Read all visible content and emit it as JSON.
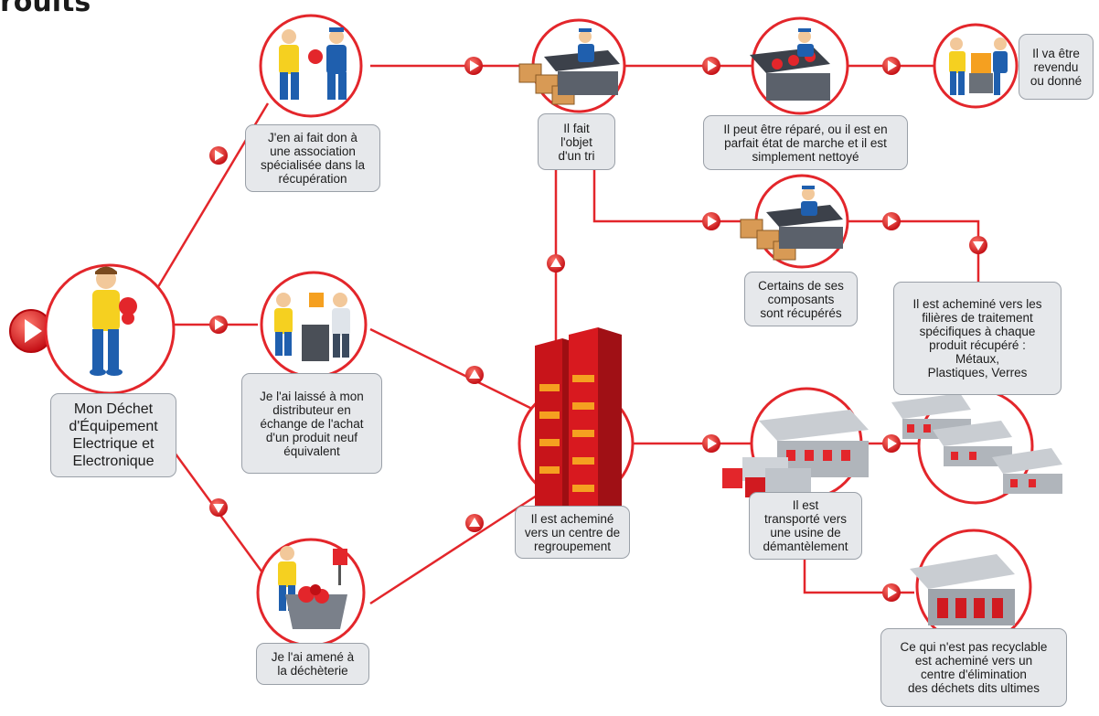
{
  "header": {
    "title_fragment": "rouits"
  },
  "nodes": {
    "start": {
      "label": "Mon Déchet\nd'Équipement\nElectrique et\nElectronique"
    },
    "don": {
      "label": "J'en ai fait don à\nune association\nspécialisée dans la\nrécupération"
    },
    "distributeur": {
      "label": "Je l'ai laissé à mon\ndistributeur en\néchange de l'achat\nd'un produit neuf\néquivalent"
    },
    "decheterie": {
      "label": "Je l'ai amené à\nla déchèterie"
    },
    "regroupement": {
      "label": "Il est acheminé\nvers un centre de\nregroupement"
    },
    "tri": {
      "label": "Il fait\nl'objet\nd'un tri"
    },
    "repare": {
      "label": "Il peut être réparé, ou il est en\nparfait état de marche et il est\nsimplement nettoyé"
    },
    "revendu": {
      "label": "Il va être\nrevendu\nou donné"
    },
    "composants": {
      "label": "Certains de ses\ncomposants\nsont récupérés"
    },
    "filieres": {
      "label": "Il est acheminé vers les\nfilières de traitement\nspécifiques à chaque\nproduit récupéré :\nMétaux,\nPlastiques, Verres"
    },
    "transporte": {
      "label": "Il est\ntransporté vers\nune usine de\ndémantèlement"
    },
    "elimination": {
      "label": "Ce qui n'est pas recyclable\nest acheminé vers un\ncentre d'élimination\ndes déchets dits ultimes"
    }
  },
  "colors": {
    "accent": "#e3262b",
    "box_bg": "#e6e8eb",
    "box_border": "#9aa0a8",
    "worker_shirt": "#f5d020",
    "worker_pants": "#1f5fae"
  },
  "icons": [
    "play-icon",
    "arrow-right-icon",
    "arrow-up-icon",
    "arrow-down-icon",
    "person-icon",
    "worker-icon",
    "crate-icon",
    "conveyor-icon",
    "rack-icon",
    "factory-icon",
    "truck-icon",
    "bin-icon"
  ]
}
